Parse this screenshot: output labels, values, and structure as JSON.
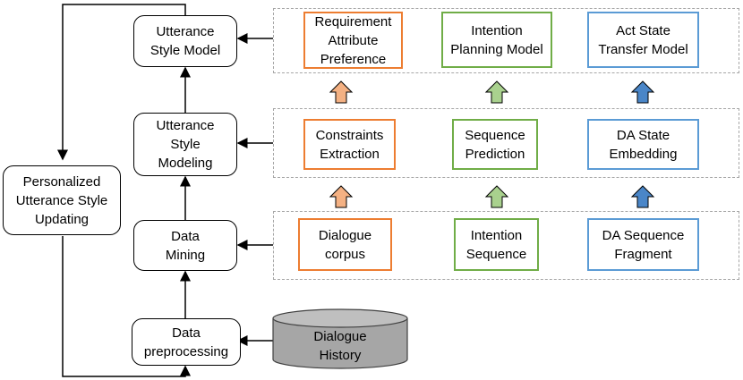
{
  "left_column": {
    "utterance_style_model": "Utterance\nStyle Model",
    "utterance_style_modeling": "Utterance\nStyle\nModeling",
    "data_mining": "Data\nMining",
    "data_preprocessing": "Data\npreprocessing",
    "personalized_updating": "Personalized\nUtterance Style\nUpdating"
  },
  "top_row": {
    "requirement": "Requirement\nAttribute\nPreference",
    "intention_planning": "Intention\nPlanning Model",
    "act_state": "Act State\nTransfer Model"
  },
  "middle_row": {
    "constraints": "Constraints\nExtraction",
    "sequence_prediction": "Sequence\nPrediction",
    "da_state": "DA State\nEmbedding"
  },
  "bottom_row": {
    "dialogue_corpus": "Dialogue\ncorpus",
    "intention_sequence": "Intention\nSequence",
    "da_sequence": "DA Sequence\nFragment"
  },
  "database": {
    "label": "Dialogue\nHistory"
  },
  "colors": {
    "orange": "#ED7D31",
    "green": "#70AD47",
    "blue": "#5B9BD5",
    "orange_arrow": "#F4B183",
    "green_arrow": "#A9D18E",
    "blue_arrow": "#4A86C8",
    "database_fill": "#a6a6a6"
  }
}
